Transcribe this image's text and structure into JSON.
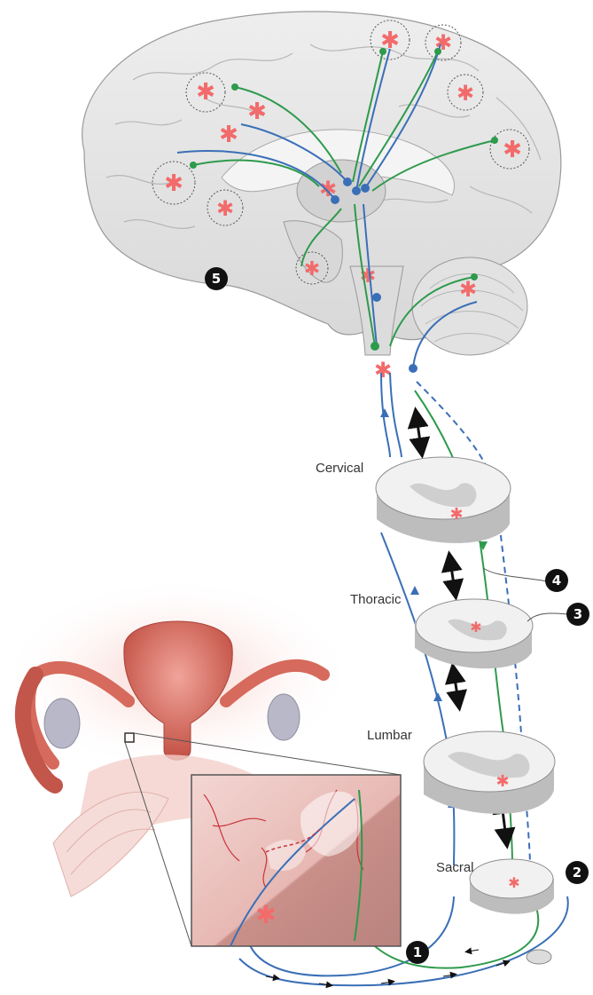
{
  "figure": {
    "segments": [
      {
        "id": "cervical",
        "label": "Cervical"
      },
      {
        "id": "thoracic",
        "label": "Thoracic"
      },
      {
        "id": "lumbar",
        "label": "Lumbar"
      },
      {
        "id": "sacral",
        "label": "Sacral"
      }
    ],
    "badges": [
      {
        "id": "1",
        "label": "1"
      },
      {
        "id": "2",
        "label": "2"
      },
      {
        "id": "3",
        "label": "3"
      },
      {
        "id": "4",
        "label": "4"
      },
      {
        "id": "5",
        "label": "5"
      }
    ]
  },
  "colors": {
    "ascending_pathway": "#3a6fb7",
    "descending_pathway": "#2e9a4c",
    "lesion_marker": "#f26b6b",
    "brain_tissue": "#e4e4e4",
    "uterus": "#d66a5c",
    "badge": "#111111"
  },
  "icons": {
    "lesion": "asterisk-icon",
    "synapse": "neuron-terminal-icon"
  }
}
